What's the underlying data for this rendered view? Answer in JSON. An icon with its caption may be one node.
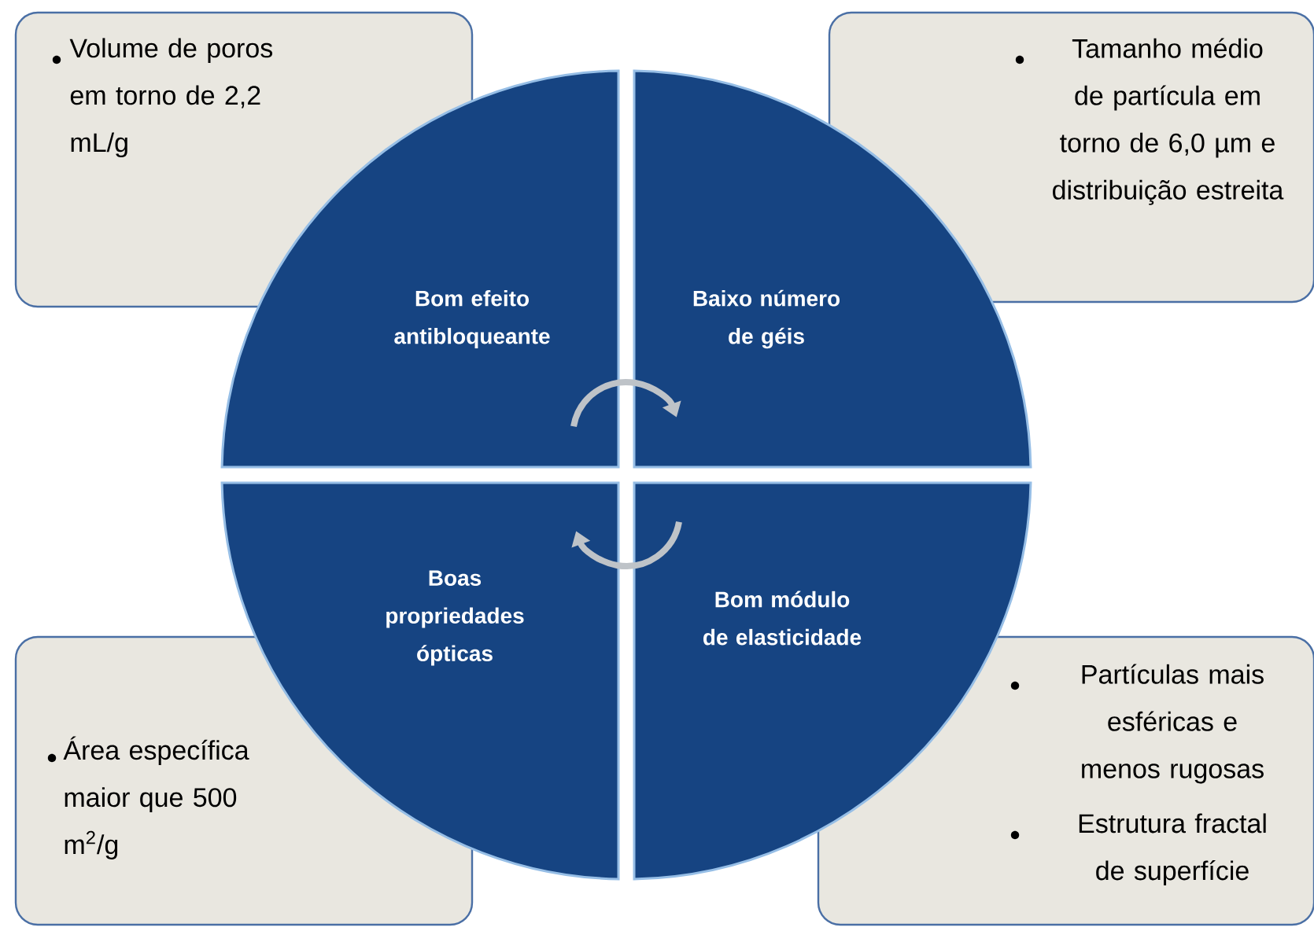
{
  "diagram": {
    "nodes": [
      {
        "text": [
          "Volume de poros em torno de 2,2 mL/g"
        ]
      },
      {
        "text": [
          "Tamanho médio de partícula em torno de 6,0 µm e distribuição estreita"
        ]
      },
      {
        "text": [
          "Bom efeito antibloqueante"
        ]
      },
      {
        "text": [
          "Baixo número de géis"
        ]
      },
      {
        "text": [
          "Boas propriedades ópticas"
        ]
      },
      {
        "text": [
          "Bom módulo de elasticidade"
        ]
      },
      {
        "text": [
          "Área específica maior que 500 m$^{2}$/g"
        ]
      },
      {
        "text": [
          "Partículas mais esféricas e menos rugosas",
          "Estrutura fractal de superfície"
        ]
      }
    ],
    "edges": [
      {
        "from": 2,
        "to": 3,
        "arrow": "to"
      },
      {
        "from": 5,
        "to": 4,
        "arrow": "to"
      }
    ]
  }
}
